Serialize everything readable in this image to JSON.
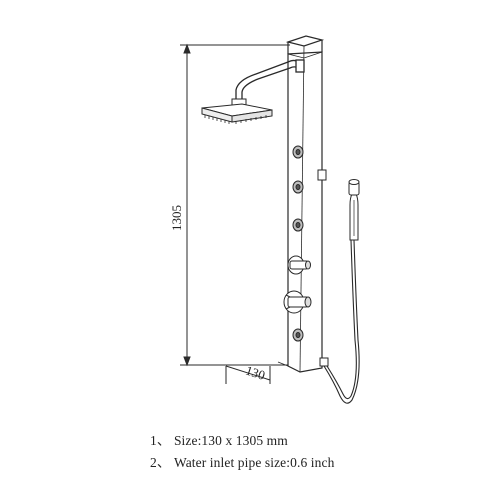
{
  "dimensions": {
    "height_label": "1305",
    "width_label": "130"
  },
  "specs": [
    {
      "number": "1、",
      "text": "Size:130 x 1305 mm"
    },
    {
      "number": "2、",
      "text": "Water inlet pipe size:0.6 inch"
    }
  ],
  "colors": {
    "line": "#2a2a2a",
    "panel_fill": "#ffffff",
    "background": "#ffffff"
  }
}
